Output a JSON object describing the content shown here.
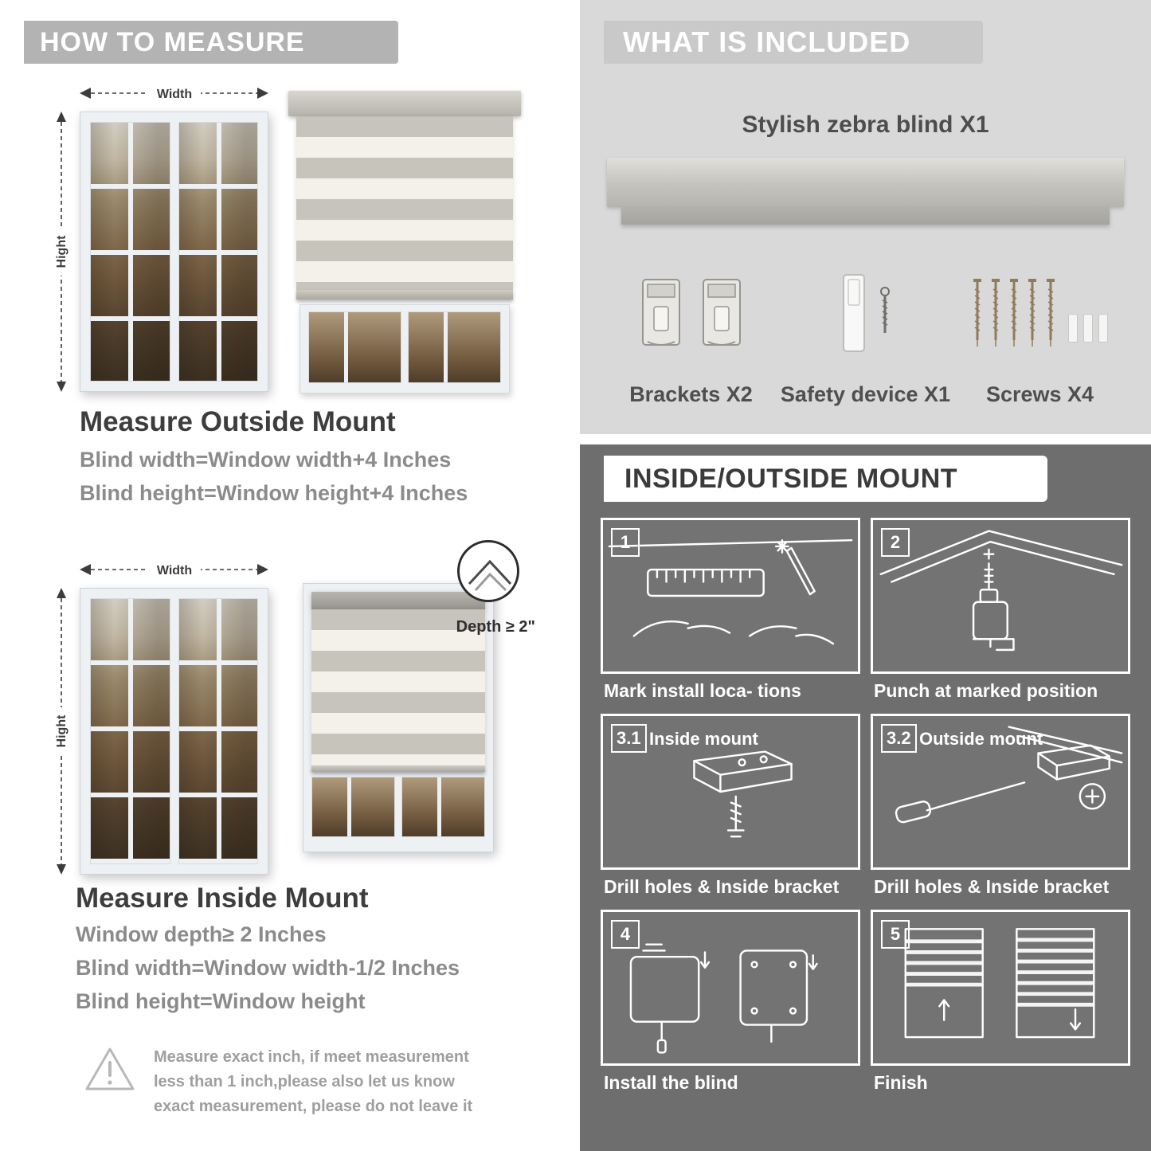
{
  "left": {
    "banner": "HOW TO MEASURE",
    "outside": {
      "width_label": "Width",
      "height_label": "Hight",
      "heading": "Measure Outside Mount",
      "line1": "Blind width=Window width+4 Inches",
      "line2": "Blind height=Window height+4 Inches"
    },
    "inside": {
      "width_label": "Width",
      "height_label": "Hight",
      "depth_label": "Depth ≥ 2\"",
      "heading": "Measure Inside Mount",
      "line1": "Window depth≥ 2 Inches",
      "line2": "Blind width=Window width-1/2 Inches",
      "line3": "Blind height=Window height"
    },
    "note": "Measure exact inch, if meet measurement less than 1 inch,please also let us know exact measurement, please do not leave it"
  },
  "included": {
    "banner": "WHAT IS INCLUDED",
    "title": "Stylish zebra blind X1",
    "brackets_label": "Brackets X2",
    "safety_label": "Safety device X1",
    "screws_label": "Screws X4"
  },
  "mount": {
    "banner": "INSIDE/OUTSIDE MOUNT",
    "steps": [
      {
        "num": "1",
        "title": "",
        "caption": "Mark install loca- tions"
      },
      {
        "num": "2",
        "title": "",
        "caption": "Punch at  marked position"
      },
      {
        "num": "3.1",
        "title": "Inside mount",
        "caption": "Drill holes &  Inside bracket"
      },
      {
        "num": "3.2",
        "title": "Outside mount",
        "caption": "Drill holes &  Inside bracket"
      },
      {
        "num": "4",
        "title": "",
        "caption": "Install the blind"
      },
      {
        "num": "5",
        "title": "",
        "caption": "Finish"
      }
    ]
  }
}
